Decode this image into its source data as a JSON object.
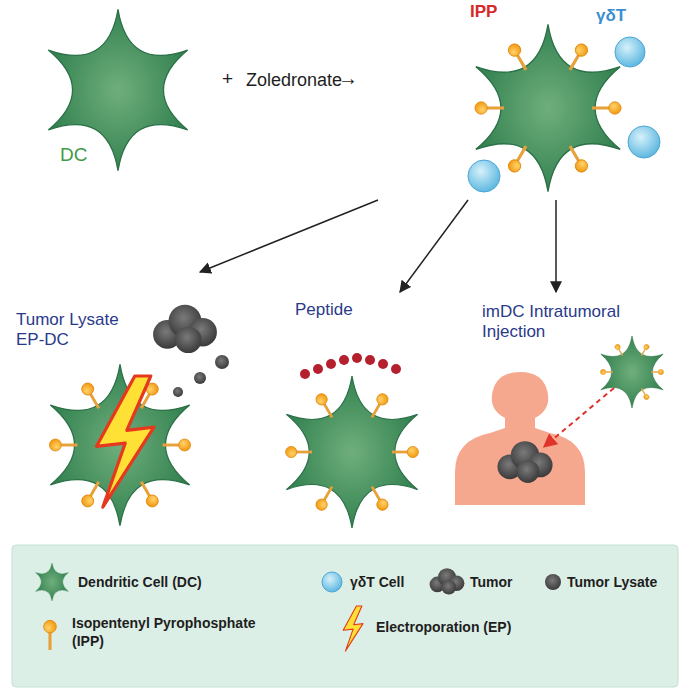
{
  "diagram": {
    "nodes": [
      {
        "text": [
          "DC"
        ]
      },
      {
        "text": [
          "IPP",
          "γδT"
        ]
      },
      {
        "text": [
          "Tumor Lysate EP-DC"
        ]
      },
      {
        "text": [
          "Peptide"
        ]
      },
      {
        "text": [
          "imDC Intratumoral Injection"
        ]
      }
    ],
    "edges": [
      {
        "from": 1,
        "to": 2,
        "arrow": "to"
      },
      {
        "from": 1,
        "to": 3,
        "arrow": "to"
      },
      {
        "from": 1,
        "to": 4,
        "arrow": "to"
      }
    ],
    "labels": [
      "+",
      "Zoledronate",
      "→"
    ],
    "legend": [
      {
        "text": "Dendritic Cell (DC)"
      },
      {
        "text": "γδT Cell"
      },
      {
        "text": "Tumor"
      },
      {
        "text": "Tumor Lysate"
      },
      {
        "text": "Isopentenyl Pyrophosphate (IPP)"
      },
      {
        "text": "Electroporation (EP)"
      }
    ]
  }
}
